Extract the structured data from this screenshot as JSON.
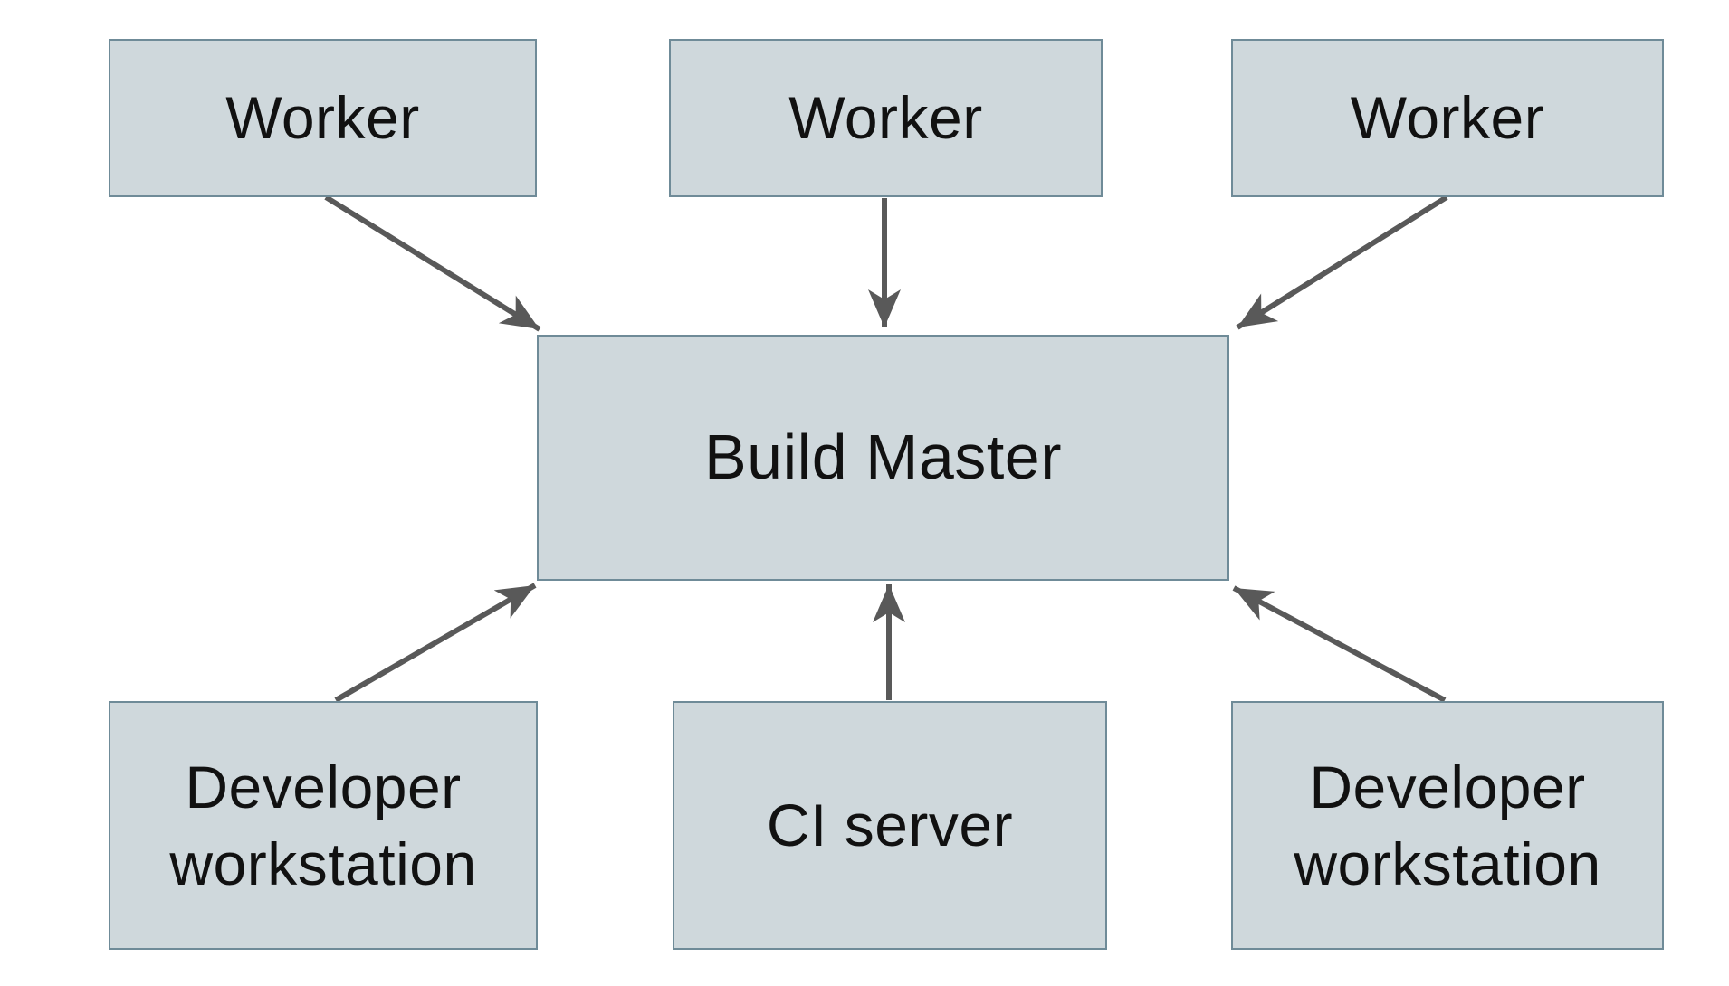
{
  "diagram": {
    "nodes": [
      {
        "id": "worker-1",
        "label": "Worker"
      },
      {
        "id": "worker-2",
        "label": "Worker"
      },
      {
        "id": "worker-3",
        "label": "Worker"
      },
      {
        "id": "build-master",
        "label": "Build Master"
      },
      {
        "id": "dev-workstation-1",
        "label": "Developer workstation"
      },
      {
        "id": "ci-server",
        "label": "CI server"
      },
      {
        "id": "dev-workstation-2",
        "label": "Developer workstation"
      }
    ],
    "edges": [
      {
        "from": "worker-1",
        "to": "build-master",
        "direction": "down-right"
      },
      {
        "from": "worker-2",
        "to": "build-master",
        "direction": "down"
      },
      {
        "from": "worker-3",
        "to": "build-master",
        "direction": "down-left"
      },
      {
        "from": "dev-workstation-1",
        "to": "build-master",
        "direction": "up-right"
      },
      {
        "from": "ci-server",
        "to": "build-master",
        "direction": "up"
      },
      {
        "from": "dev-workstation-2",
        "to": "build-master",
        "direction": "up-left"
      }
    ],
    "colors": {
      "background": "#ffffff",
      "node_fill": "#cfd8dc",
      "node_border": "#6f8b98",
      "text": "#111111",
      "arrow": "#595959"
    }
  }
}
